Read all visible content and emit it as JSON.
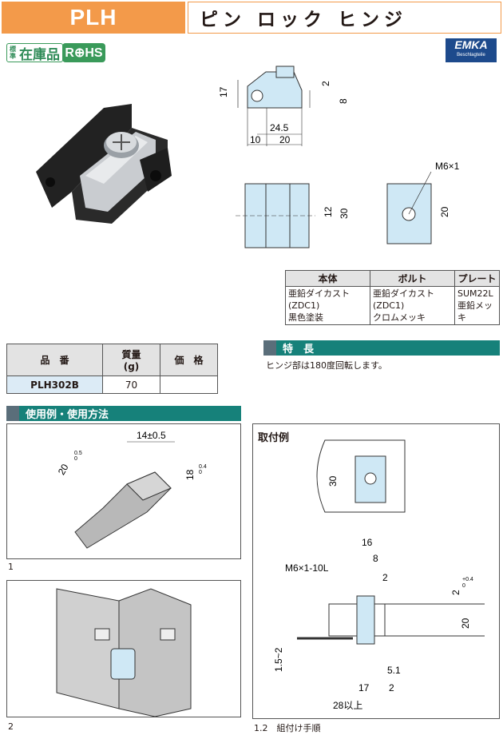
{
  "header": {
    "code": "PLH",
    "name": "ピン ロック ヒンジ"
  },
  "badges": {
    "std_small": "標準",
    "std_big": "在庫品",
    "rohs": "R⊕HS"
  },
  "logo": {
    "main": "EMKA",
    "sub": "Beschlagteile"
  },
  "drawing_top": {
    "dims": [
      "17",
      "2",
      "8",
      "24.5",
      "10",
      "20"
    ]
  },
  "drawing_views": {
    "dims": [
      "12",
      "30",
      "20"
    ],
    "thread": "M6×1"
  },
  "materials": {
    "headers": [
      "本体",
      "ボルト",
      "プレート"
    ],
    "rows": [
      [
        "亜鉛ダイカスト(ZDC1)",
        "亜鉛ダイカスト(ZDC1)",
        "SUM22L"
      ],
      [
        "黒色塗装",
        "クロムメッキ",
        "亜鉛メッキ"
      ]
    ]
  },
  "product_table": {
    "headers": {
      "code": "品　番",
      "mass": "質量",
      "mass_unit": "(g)",
      "price": "価　格"
    },
    "rows": [
      {
        "code": "PLH302B",
        "mass": "70",
        "price": ""
      }
    ]
  },
  "features": {
    "title": "特　長",
    "text": "ヒンジ部は180度回転します。"
  },
  "usage": {
    "title": "使用例・使用方法",
    "fig1": {
      "dim_a": "14±0.5",
      "dim_b": "20",
      "dim_b_tol_top": "0.5",
      "dim_b_tol_bot": "0",
      "dim_c": "18",
      "dim_c_tol_top": "0.4",
      "dim_c_tol_bot": "0",
      "caption": "1"
    },
    "fig2": {
      "caption": "2"
    }
  },
  "mounting": {
    "title": "取付例",
    "dims": {
      "d30": "30",
      "d16": "16",
      "d8": "8",
      "thread": "M6×1-10L",
      "d2": "2",
      "d2tol": "2",
      "d2tol_top": "+0.4",
      "d2tol_bot": "0",
      "d20": "20",
      "d15": "1.5~2",
      "d51": "5.1",
      "d17": "17",
      "d2b": "2",
      "d28": "28以上"
    },
    "caption": "1.2　組付け手順"
  },
  "colors": {
    "accent_orange": "#f39a4a",
    "section_teal": "#16817a",
    "part_blue": "#cfe8f5",
    "badge_green": "#3a9a5a"
  }
}
